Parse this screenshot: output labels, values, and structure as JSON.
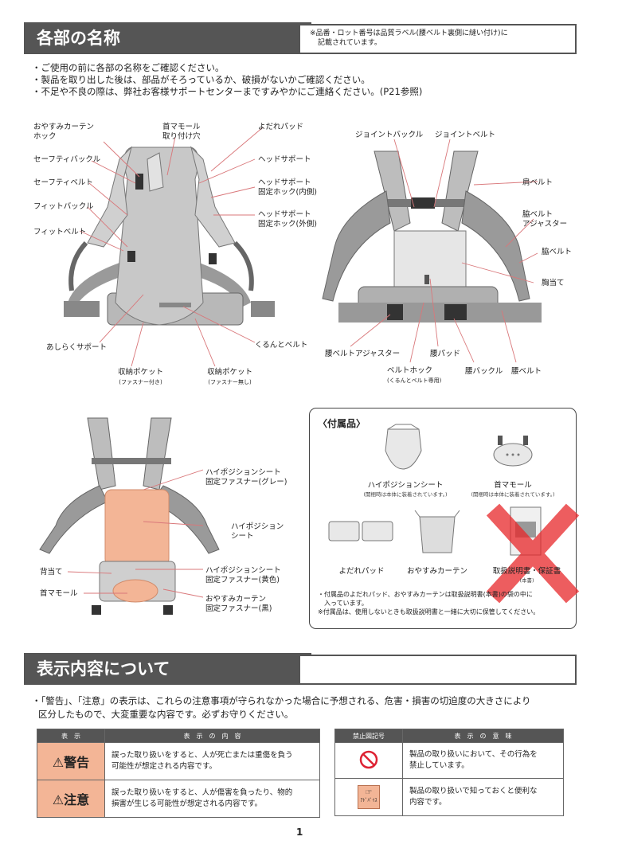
{
  "section1": {
    "title": "各部の名称",
    "note_line1": "※品番・ロット番号は品質ラベル(腰ベルト裏側に縫い付け)に",
    "note_line2": "記載されています。"
  },
  "intro": [
    "・ご使用の前に各部の名称をご確認ください。",
    "・製品を取り出した後は、部品がそろっているか、破損がないかご確認ください。",
    "・不足や不良の際は、弊社お客様サポートセンターまですみやかにご連絡ください。(P21参照)"
  ],
  "front_labels": {
    "oyasumi_hook": "おやすみカーテン\nホック",
    "kubimakura_hole": "首マモール\n取り付け穴",
    "yodare": "よだれパッド",
    "safety_buckle": "セーフティバックル",
    "safety_belt": "セーフティベルト",
    "fit_buckle": "フィットバックル",
    "fit_belt": "フィットベルト",
    "head_support": "ヘッドサポート",
    "hs_hook_in": "ヘッドサポート\n固定ホック(内側)",
    "hs_hook_out": "ヘッドサポート\n固定ホック(外側)",
    "ashiraku": "あしらくサポート",
    "kurun": "くるんとベルト",
    "pocket1": "収納ポケット",
    "pocket1_sub": "(ファスナー付き)",
    "pocket2": "収納ポケット",
    "pocket2_sub": "(ファスナー無し)"
  },
  "back_labels": {
    "joint_buckle": "ジョイントバックル",
    "joint_belt": "ジョイントベルト",
    "shoulder_belt": "肩ベルト",
    "side_adjuster": "脇ベルト\nアジャスター",
    "side_belt": "脇ベルト",
    "chest": "胸当て",
    "waist_adjuster": "腰ベルトアジャスター",
    "waist_pad": "腰パッド",
    "belt_hook": "ベルトホック",
    "belt_hook_sub": "(くるんとベルト専用)",
    "waist_buckle": "腰バックル",
    "waist_belt": "腰ベルト"
  },
  "hp_labels": {
    "fastener_gray": "ハイポジションシート\n固定ファスナー(グレー)",
    "seat": "ハイポジション\nシート",
    "back_pad": "背当て",
    "fastener_yellow": "ハイポジションシート\n固定ファスナー(黄色)",
    "neck_guard": "首マモール",
    "fastener_black": "おやすみカーテン\n固定ファスナー(黒)"
  },
  "accessories": {
    "title": "〈付属品〉",
    "items": [
      {
        "name": "ハイポジションシート",
        "note": "(開梱時は本体に装着されています。)"
      },
      {
        "name": "首マモール",
        "note": "(開梱時は本体に装着されています。)"
      },
      {
        "name": "よだれパッド",
        "note": ""
      },
      {
        "name": "おやすみカーテン",
        "note": ""
      },
      {
        "name": "取扱説明書・保証書",
        "note": "(本書)"
      }
    ],
    "footnote1": "・付属品のよだれパッド、おやすみカーテンは取扱説明書(本書)の袋の中に",
    "footnote1b": "入っています。",
    "footnote2": "※付属品は、使用しないときも取扱説明書と一緒に大切に保管してください。"
  },
  "section2": {
    "title": "表示内容について",
    "text1": "・「警告」、「注意」の表示は、これらの注意事項が守られなかった場合に予想される、危害・損害の切迫度の大きさにより",
    "text2": "区分したもので、大変重要な内容です。必ずお守りください。"
  },
  "table1": {
    "h1": "表　示",
    "h2": "表　示　の　内　容",
    "rows": [
      {
        "label": "警告",
        "text": "誤った取り扱いをすると、人が死亡または重傷を負う\n可能性が想定される内容です。"
      },
      {
        "label": "注意",
        "text": "誤った取り扱いをすると、人が傷害を負ったり、物的\n損害が生じる可能性が想定される内容です。"
      }
    ]
  },
  "table2": {
    "h1": "禁止図記号",
    "h2": "表　示　の　意　味",
    "rows": [
      {
        "icon": "prohibited-icon",
        "text": "製品の取り扱いにおいて、その行為を\n禁止しています。"
      },
      {
        "icon": "advice-icon",
        "icon_text": "ｱﾄﾞﾊﾞｲｽ",
        "text": "製品の取り扱いで知っておくと便利な\n内容です。"
      }
    ]
  },
  "page_number": "1",
  "colors": {
    "bar": "#555555",
    "accent_peach": "#f3b596",
    "lead": "#d9777a",
    "cross": "#e8272a"
  }
}
